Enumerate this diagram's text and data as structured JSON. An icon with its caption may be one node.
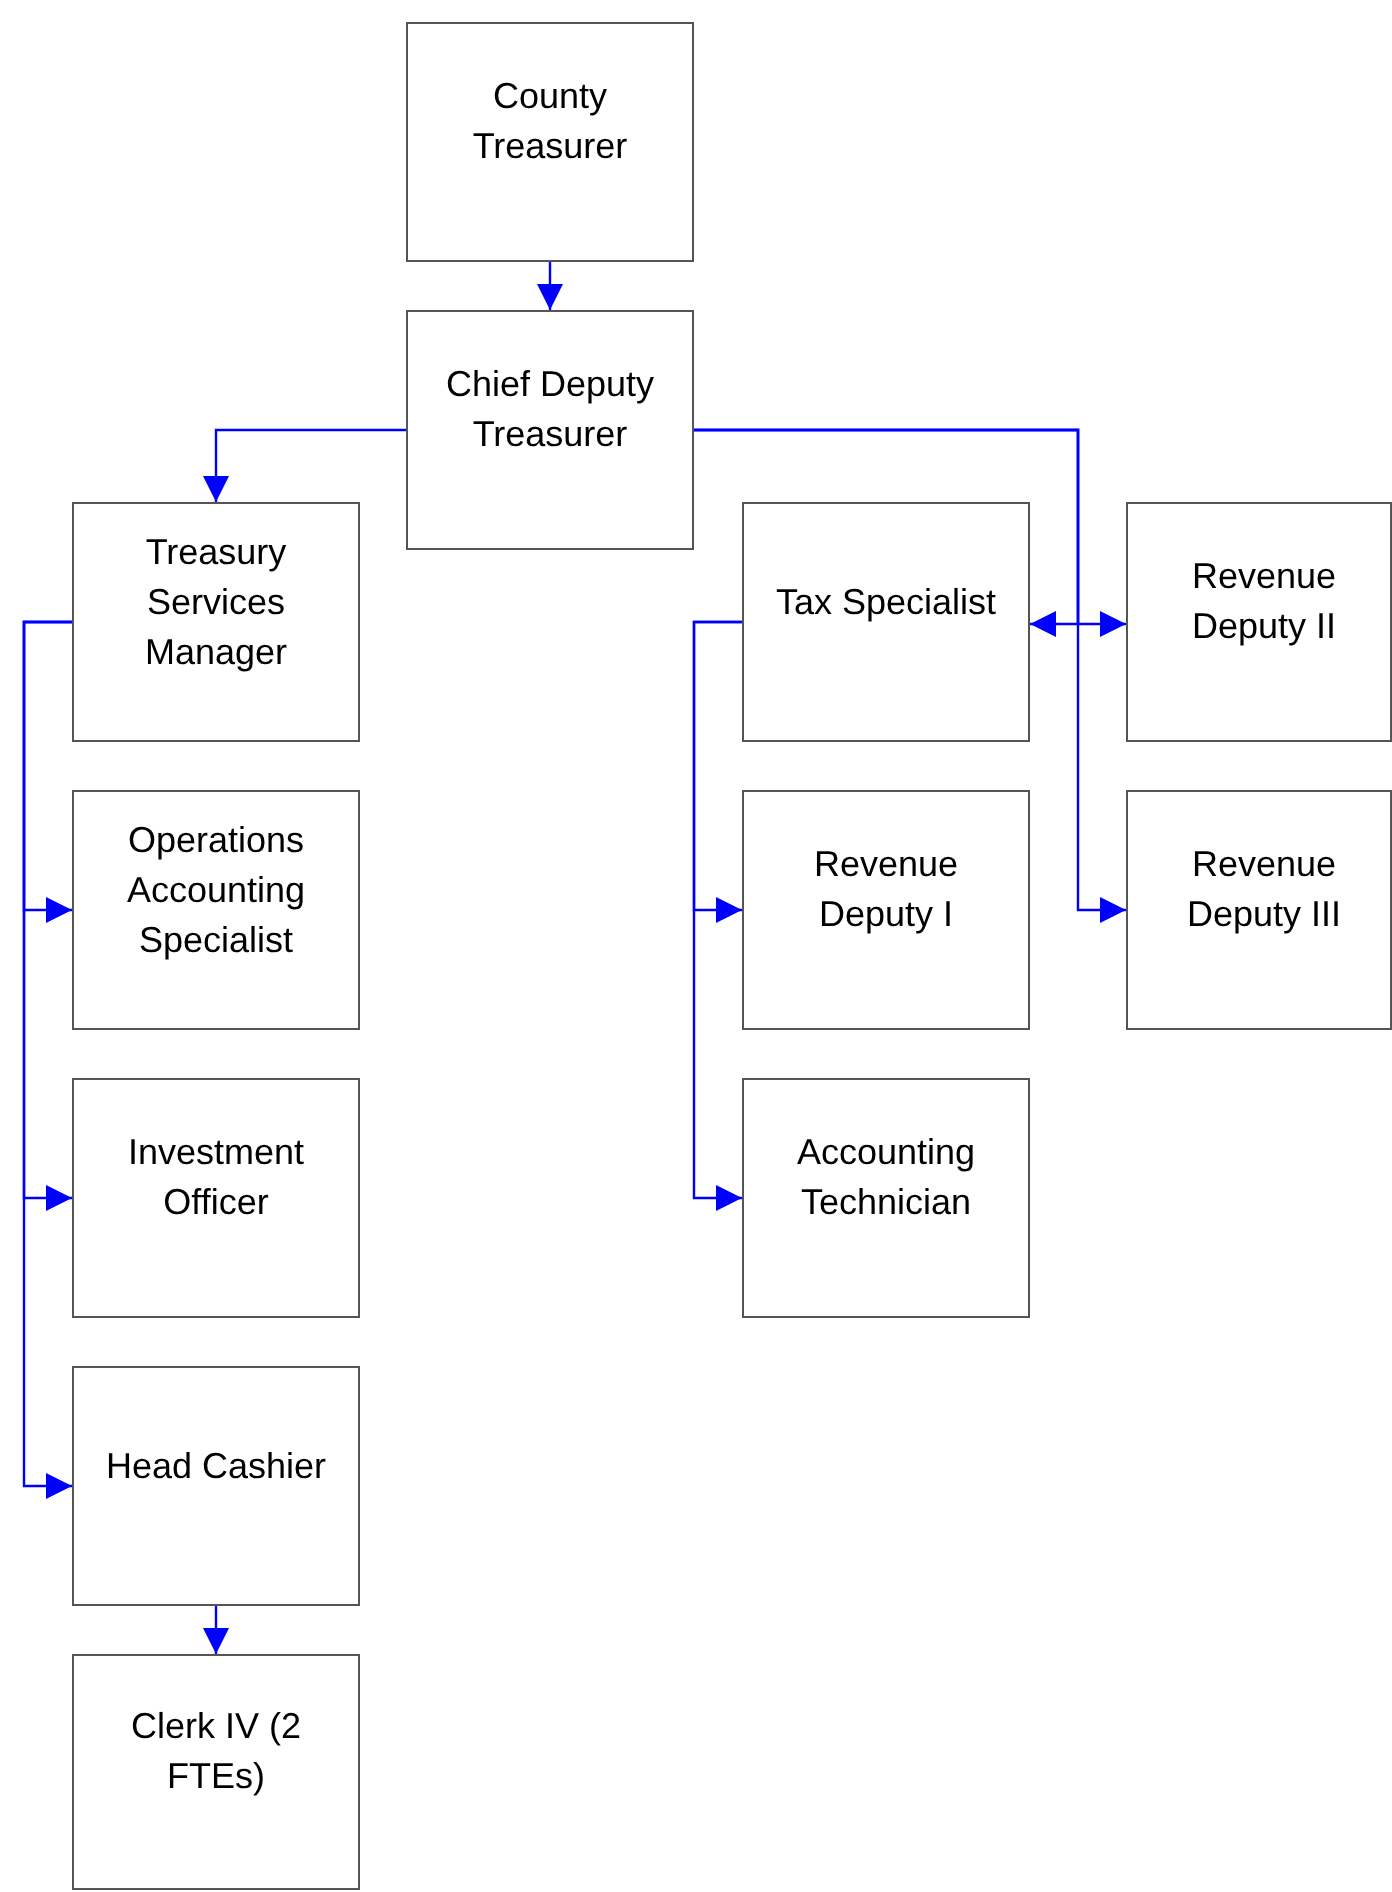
{
  "diagram": {
    "nodes": [
      {
        "text": [
          "County Treasurer"
        ]
      },
      {
        "text": [
          "Chief Deputy Treasurer"
        ]
      },
      {
        "text": [
          "Treasury Services Manager"
        ]
      },
      {
        "text": [
          "Tax Specialist"
        ]
      },
      {
        "text": [
          "Revenue Deputy II"
        ]
      },
      {
        "text": [
          "Operations Accounting Specialist"
        ]
      },
      {
        "text": [
          "Revenue Deputy I"
        ]
      },
      {
        "text": [
          "Revenue Deputy III"
        ]
      },
      {
        "text": [
          "Investment Officer"
        ]
      },
      {
        "text": [
          "Accounting Technician"
        ]
      },
      {
        "text": [
          "Head Cashier"
        ]
      },
      {
        "text": [
          "Clerk IV (2 FTEs)"
        ]
      }
    ],
    "edges": [
      {
        "from": 0,
        "to": 1,
        "arrow": "to"
      },
      {
        "from": 1,
        "to": 2,
        "arrow": "to"
      },
      {
        "from": 1,
        "to": 3,
        "arrow": "to"
      },
      {
        "from": 1,
        "to": 4,
        "arrow": "to"
      },
      {
        "from": 1,
        "to": 7,
        "arrow": "to"
      },
      {
        "from": 2,
        "to": 5,
        "arrow": "to"
      },
      {
        "from": 2,
        "to": 8,
        "arrow": "to"
      },
      {
        "from": 2,
        "to": 10,
        "arrow": "to"
      },
      {
        "from": 3,
        "to": 6,
        "arrow": "to"
      },
      {
        "from": 3,
        "to": 9,
        "arrow": "to"
      },
      {
        "from": 10,
        "to": 11,
        "arrow": "to"
      }
    ]
  }
}
